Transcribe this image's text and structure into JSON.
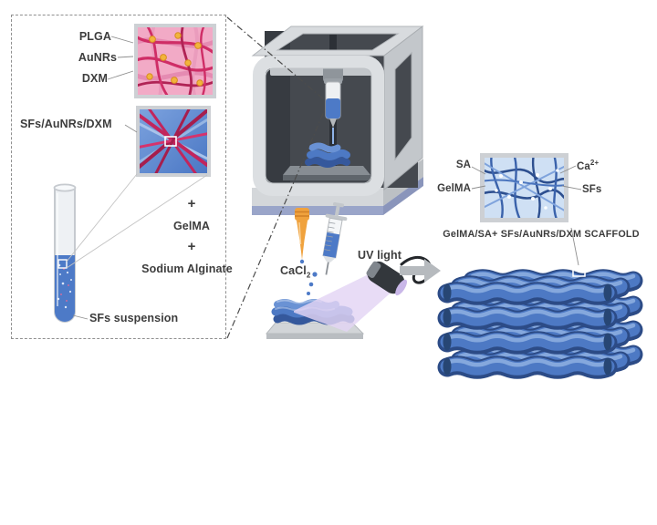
{
  "left_box": {
    "plga": "PLGA",
    "aunrs": "AuNRs",
    "dxm": "DXM",
    "fibers_label": "SFs/AuNRs/DXM",
    "plus_1": "+",
    "gelma": "GelMA",
    "plus_2": "+",
    "sodium_alginate": "Sodium Alginate",
    "sfs_suspension": "SFs suspension"
  },
  "process": {
    "cacl_base": "CaCl",
    "cacl_sub": "2",
    "uv_light": "UV light"
  },
  "right": {
    "sa": "SA",
    "ca_base": "Ca",
    "ca_sup": "2+",
    "gelma": "GelMA",
    "sfs": "SFs",
    "scaffold_caption": "GelMA/SA+ SFs/AuNRs/DXM SCAFFOLD"
  },
  "colors": {
    "scaffold_blue": "#4d79c4",
    "fiber_magenta": "#c2255c",
    "inset_pink_bg": "#f2aac6",
    "aunr_gold": "#f2b43c",
    "pipette_orange": "#f0a23d",
    "uv_beam_purple": "#e3d4f4",
    "printer_base_lavender": "#9aa5c9",
    "label_text": "#3d3d3d"
  }
}
